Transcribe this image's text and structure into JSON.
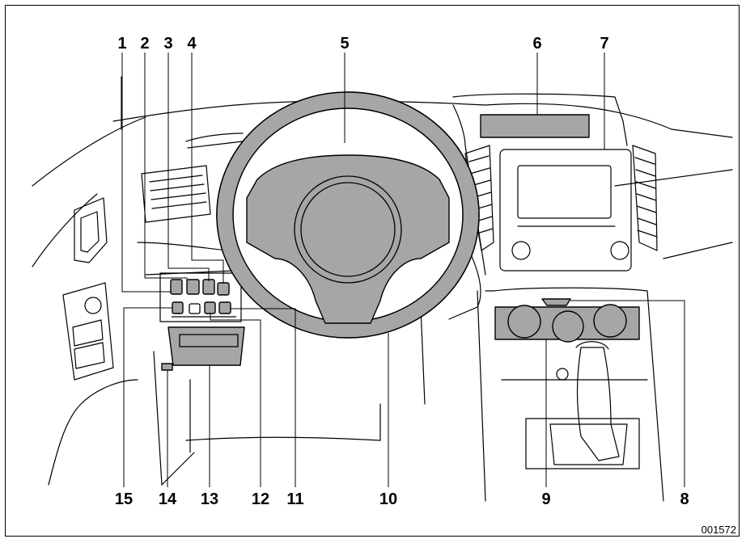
{
  "figure_code": "001572",
  "callouts": [
    {
      "id": "1",
      "label": "1"
    },
    {
      "id": "2",
      "label": "2"
    },
    {
      "id": "3",
      "label": "3"
    },
    {
      "id": "4",
      "label": "4"
    },
    {
      "id": "5",
      "label": "5"
    },
    {
      "id": "6",
      "label": "6"
    },
    {
      "id": "7",
      "label": "7"
    },
    {
      "id": "8",
      "label": "8"
    },
    {
      "id": "9",
      "label": "9"
    },
    {
      "id": "10",
      "label": "10"
    },
    {
      "id": "11",
      "label": "11"
    },
    {
      "id": "12",
      "label": "12"
    },
    {
      "id": "13",
      "label": "13"
    },
    {
      "id": "14",
      "label": "14"
    },
    {
      "id": "15",
      "label": "15"
    }
  ],
  "colors": {
    "line": "#000000",
    "highlight_fill": "#a6a6a6",
    "background": "#ffffff"
  }
}
